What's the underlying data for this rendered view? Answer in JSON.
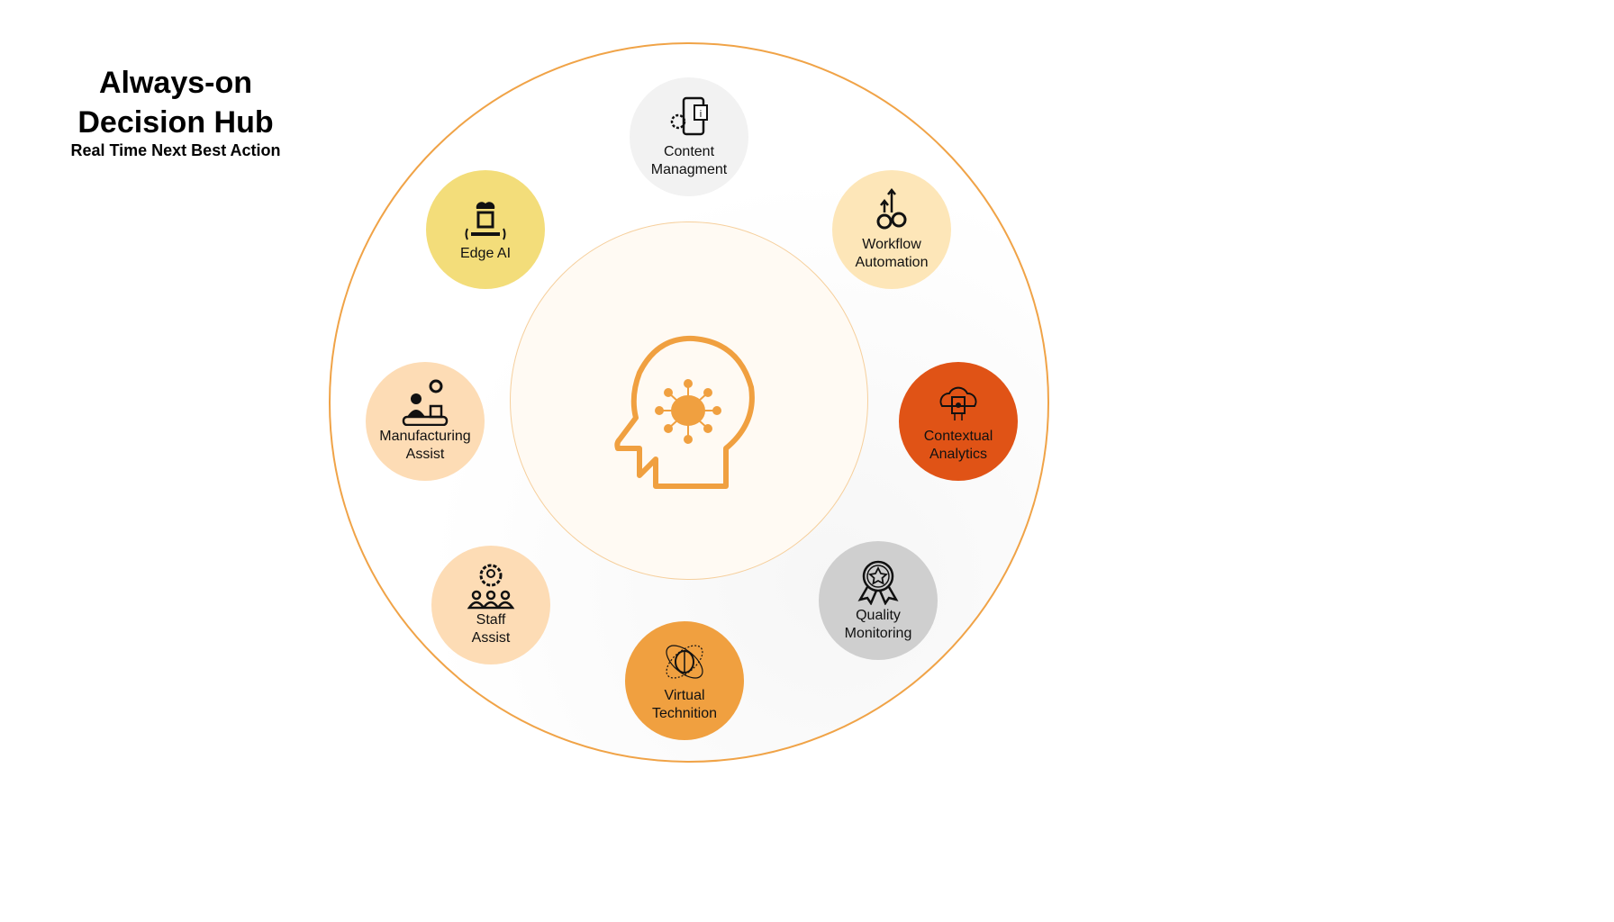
{
  "header": {
    "title_line1": "Always-on",
    "title_line2": "Decision Hub",
    "subtitle": "Real Time Next Best Action"
  },
  "center": {
    "icon": "head-brain-network-icon",
    "color": "#f0a040"
  },
  "nodes": [
    {
      "line1": "Content",
      "line2": "Managment",
      "icon": "phone-gear-info-icon",
      "color": "#f2f2f2"
    },
    {
      "line1": "Edge AI",
      "line2": "",
      "icon": "cloud-chip-icon",
      "color": "#f3dd7a"
    },
    {
      "line1": "Workflow",
      "line2": "Automation",
      "icon": "gears-arrows-icon",
      "color": "#fde6b8"
    },
    {
      "line1": "Manufacturing",
      "line2": "Assist",
      "icon": "worker-conveyor-icon",
      "color": "#fddcb5"
    },
    {
      "line1": "Contextual",
      "line2": "Analytics",
      "icon": "cloud-processor-icon",
      "color": "#e05316"
    },
    {
      "line1": "Staff",
      "line2": "Assist",
      "icon": "team-gear-icon",
      "color": "#fddcb5"
    },
    {
      "line1": "Virtual",
      "line2": "Technition",
      "icon": "brain-orbit-icon",
      "color": "#f0a040"
    },
    {
      "line1": "Quality",
      "line2": "Monitoring",
      "icon": "award-badge-icon",
      "color": "#cfcfcf"
    }
  ]
}
